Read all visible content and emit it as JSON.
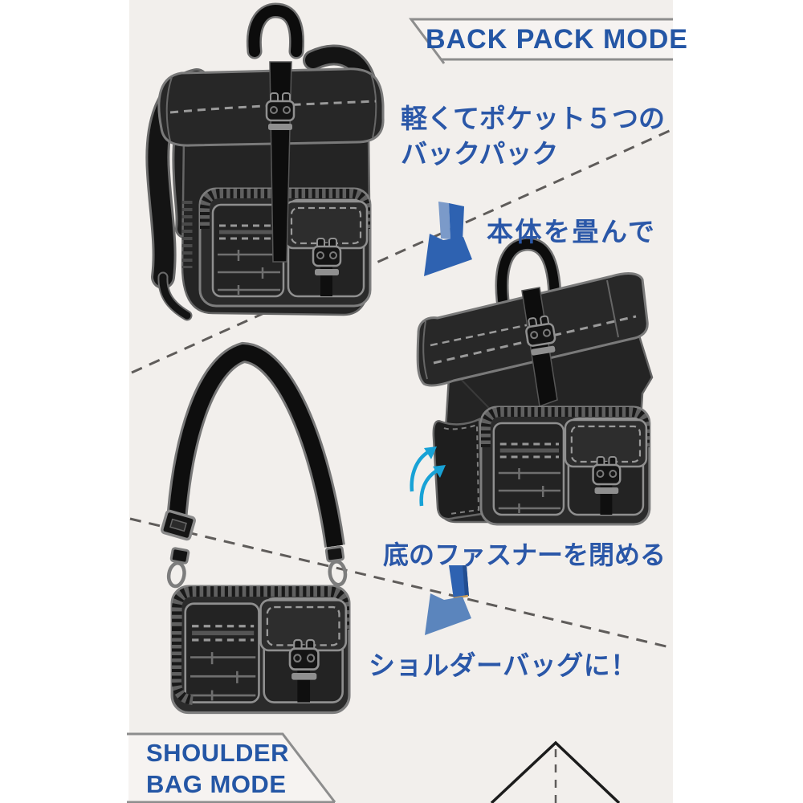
{
  "banners": {
    "backpack_mode": {
      "label": "BACK PACK MODE"
    },
    "shoulder_bag_mode": {
      "line1": "SHOULDER",
      "line2": "BAG MODE"
    }
  },
  "captions": {
    "backpack_feature_line1": "軽くてポケット５つの",
    "backpack_feature_line2": "バックパック",
    "step_fold_body": "本体を畳んで",
    "step_close_zipper": "底のファスナーを閉める",
    "result_shoulder_bag": "ショルダーバッグに！"
  },
  "icons": {
    "fold_step_arrow": "down-left-arrow-icon",
    "zipper_step_arrow": "down-left-arrow-icon",
    "lift_direction": "curved-up-arrows-icon"
  },
  "colors": {
    "canvas_background": "#f2efec",
    "accent_blue": "#2a57a8",
    "arrow_blue": "#2e62b1",
    "arrow_blue_light": "#5b85bd",
    "cyan_arrow": "#18a2d6",
    "banner_border": "#8d8d8d",
    "dashed_divider": "#5f5c5a",
    "bag_dark": "#242424",
    "bag_outline": "#7a7a7a"
  }
}
